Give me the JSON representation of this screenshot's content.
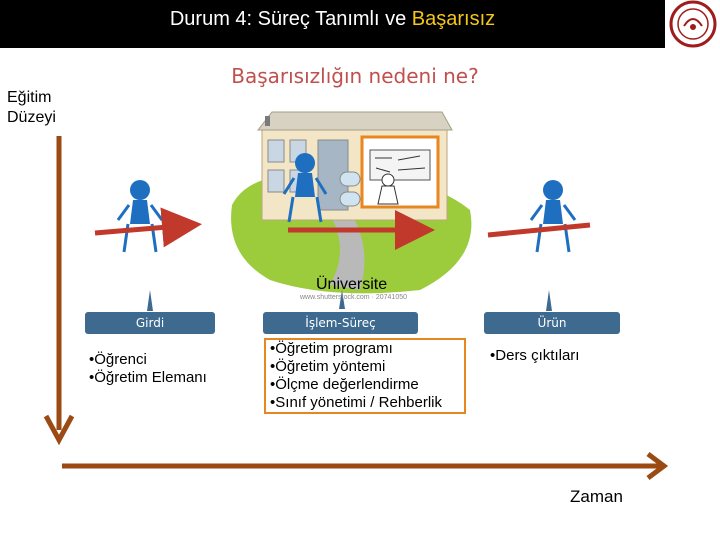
{
  "header": {
    "title_plain": "Durum 4: Süreç Tanımlı ve",
    "title_highlight": "Başarısız"
  },
  "question": "Başarısızlığın nedeni ne?",
  "axes": {
    "y_label_line1": "Eğitim",
    "y_label_line2": "Düzeyi",
    "x_label": "Zaman"
  },
  "university_label": "Üniversite",
  "watermark": "www.shutterstock.com · 20741050",
  "columns": [
    {
      "header": "Girdi",
      "items": [
        "Öğrenci",
        "Öğretim Elemanı"
      ]
    },
    {
      "header": "İşlem-Süreç",
      "items": [
        "Öğretim programı",
        "Öğretim yöntemi",
        "Ölçme değerlendirme",
        "Sınıf yönetimi / Rehberlik"
      ]
    },
    {
      "header": "Ürün",
      "items": [
        "Ders çıktıları"
      ]
    }
  ],
  "colors": {
    "axis_brown": "#9b4a14",
    "header_blue": "#3e6a8f",
    "arrow_red": "#c0392b",
    "question_red": "#c0504d",
    "highlight_orange": "#e8861f",
    "title_yellow": "#f5c518"
  }
}
